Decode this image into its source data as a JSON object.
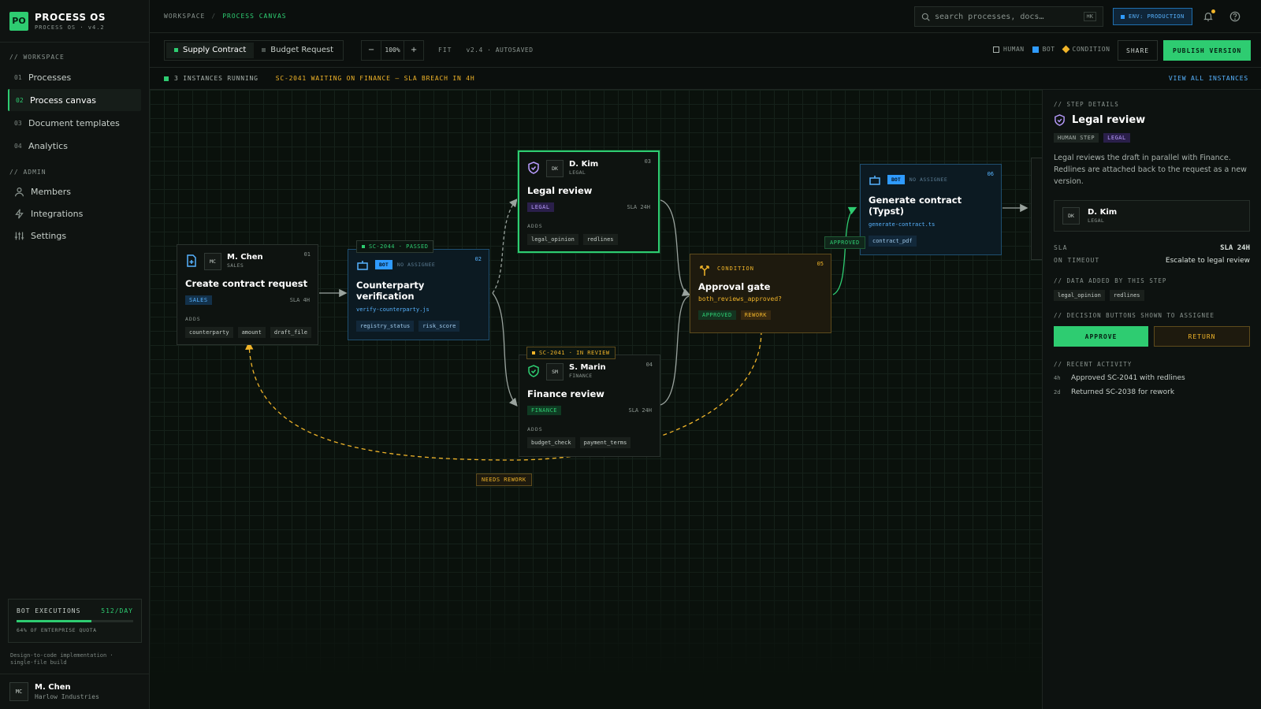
{
  "app": {
    "logo": "PO",
    "title": "PROCESS OS",
    "subtitle": "PROCESS OS · v4.2"
  },
  "sidebar": {
    "workspace_label": "// WORKSPACE",
    "workspace_items": [
      {
        "num": "01",
        "label": "Processes"
      },
      {
        "num": "02",
        "label": "Process canvas"
      },
      {
        "num": "03",
        "label": "Document templates"
      },
      {
        "num": "04",
        "label": "Analytics"
      }
    ],
    "admin_label": "// ADMIN",
    "admin_items": [
      {
        "label": "Members",
        "icon": "members-icon"
      },
      {
        "label": "Integrations",
        "icon": "bolt-icon"
      },
      {
        "label": "Settings",
        "icon": "sliders-icon"
      }
    ],
    "quota": {
      "label": "BOT EXECUTIONS",
      "rate": "512/DAY",
      "fraction": 0.64,
      "caption": "64% OF ENTERPRISE QUOTA"
    },
    "footnote": "Design-to-code implementation · single-file build",
    "user": {
      "initials": "MC",
      "name": "M. Chen",
      "org": "Harlow Industries"
    }
  },
  "topbar": {
    "crumb_root": "WORKSPACE",
    "crumb_current": "PROCESS CANVAS",
    "search_placeholder": "search processes, docs…",
    "search_kbd": "⌘K",
    "env": "ENV: PRODUCTION"
  },
  "toolbar": {
    "tabs": [
      "Supply Contract",
      "Budget Request"
    ],
    "zoom_minus": "−",
    "zoom_value": "100%",
    "zoom_plus": "+",
    "fit": "FIT",
    "version": "v2.4 · AUTOSAVED",
    "legend": {
      "human": "HUMAN",
      "bot": "BOT",
      "condition": "CONDITION"
    },
    "share": "SHARE",
    "publish": "PUBLISH VERSION"
  },
  "status": {
    "running": "3 INSTANCES RUNNING",
    "warning": "SC-2041 WAITING ON FINANCE — SLA BREACH IN 4H",
    "view_all": "VIEW ALL INSTANCES"
  },
  "canvas": {
    "nodes": {
      "n1": {
        "initials": "MC",
        "name": "M. Chen",
        "dept": "SALES",
        "idx": "01",
        "title": "Create contract request",
        "tag": "SALES",
        "sla": "SLA 4H",
        "adds": "ADDS",
        "chips": [
          "counterparty",
          "amount",
          "draft_file"
        ]
      },
      "n2": {
        "badge": "BOT",
        "assignee": "NO ASSIGNEE",
        "idx": "02",
        "title": "Counterparty verification",
        "script": "verify-counterparty.js",
        "chips": [
          "registry_status",
          "risk_score"
        ]
      },
      "n3": {
        "initials": "DK",
        "name": "D. Kim",
        "dept": "LEGAL",
        "idx": "03",
        "title": "Legal review",
        "tag": "LEGAL",
        "sla": "SLA 24H",
        "adds": "ADDS",
        "chips": [
          "legal_opinion",
          "redlines"
        ]
      },
      "n4": {
        "initials": "SM",
        "name": "S. Marin",
        "dept": "FINANCE",
        "idx": "04",
        "title": "Finance review",
        "tag": "FINANCE",
        "sla": "SLA 24H",
        "adds": "ADDS",
        "chips": [
          "budget_check",
          "payment_terms"
        ]
      },
      "n5": {
        "label": "CONDITION",
        "idx": "05",
        "title": "Approval gate",
        "expr": "both_reviews_approved?",
        "tags": [
          "APPROVED",
          "REWORK"
        ]
      },
      "n6": {
        "badge": "BOT",
        "assignee": "NO ASSIGNEE",
        "idx": "06",
        "title": "Generate contract (Typst)",
        "script": "generate-contract.ts",
        "chips": [
          "contract_pdf"
        ]
      }
    },
    "chips": {
      "passed": "SC-2044 · PASSED",
      "review": "SC-2041 · IN REVIEW",
      "needs_rework": "NEEDS REWORK",
      "approved": "APPROVED"
    }
  },
  "panel": {
    "section": "// STEP DETAILS",
    "title": "Legal review",
    "tags": [
      "HUMAN STEP",
      "LEGAL"
    ],
    "description": "Legal reviews the draft in parallel with Finance. Redlines are attached back to the request as a new version.",
    "assignee": {
      "initials": "DK",
      "name": "D. Kim",
      "dept": "LEGAL"
    },
    "sla_key": "SLA",
    "sla_value": "SLA 24H",
    "timeout_key": "ON TIMEOUT",
    "timeout_value": "Escalate to legal review",
    "data_label": "// DATA ADDED BY THIS STEP",
    "data_chips": [
      "legal_opinion",
      "redlines"
    ],
    "buttons_label": "// DECISION BUTTONS SHOWN TO ASSIGNEE",
    "approve": "APPROVE",
    "return": "RETURN",
    "activity_label": "// RECENT ACTIVITY",
    "activity": [
      {
        "time": "4h",
        "text": "Approved SC-2041 with redlines"
      },
      {
        "time": "2d",
        "text": "Returned SC-2038 for rework"
      }
    ]
  }
}
